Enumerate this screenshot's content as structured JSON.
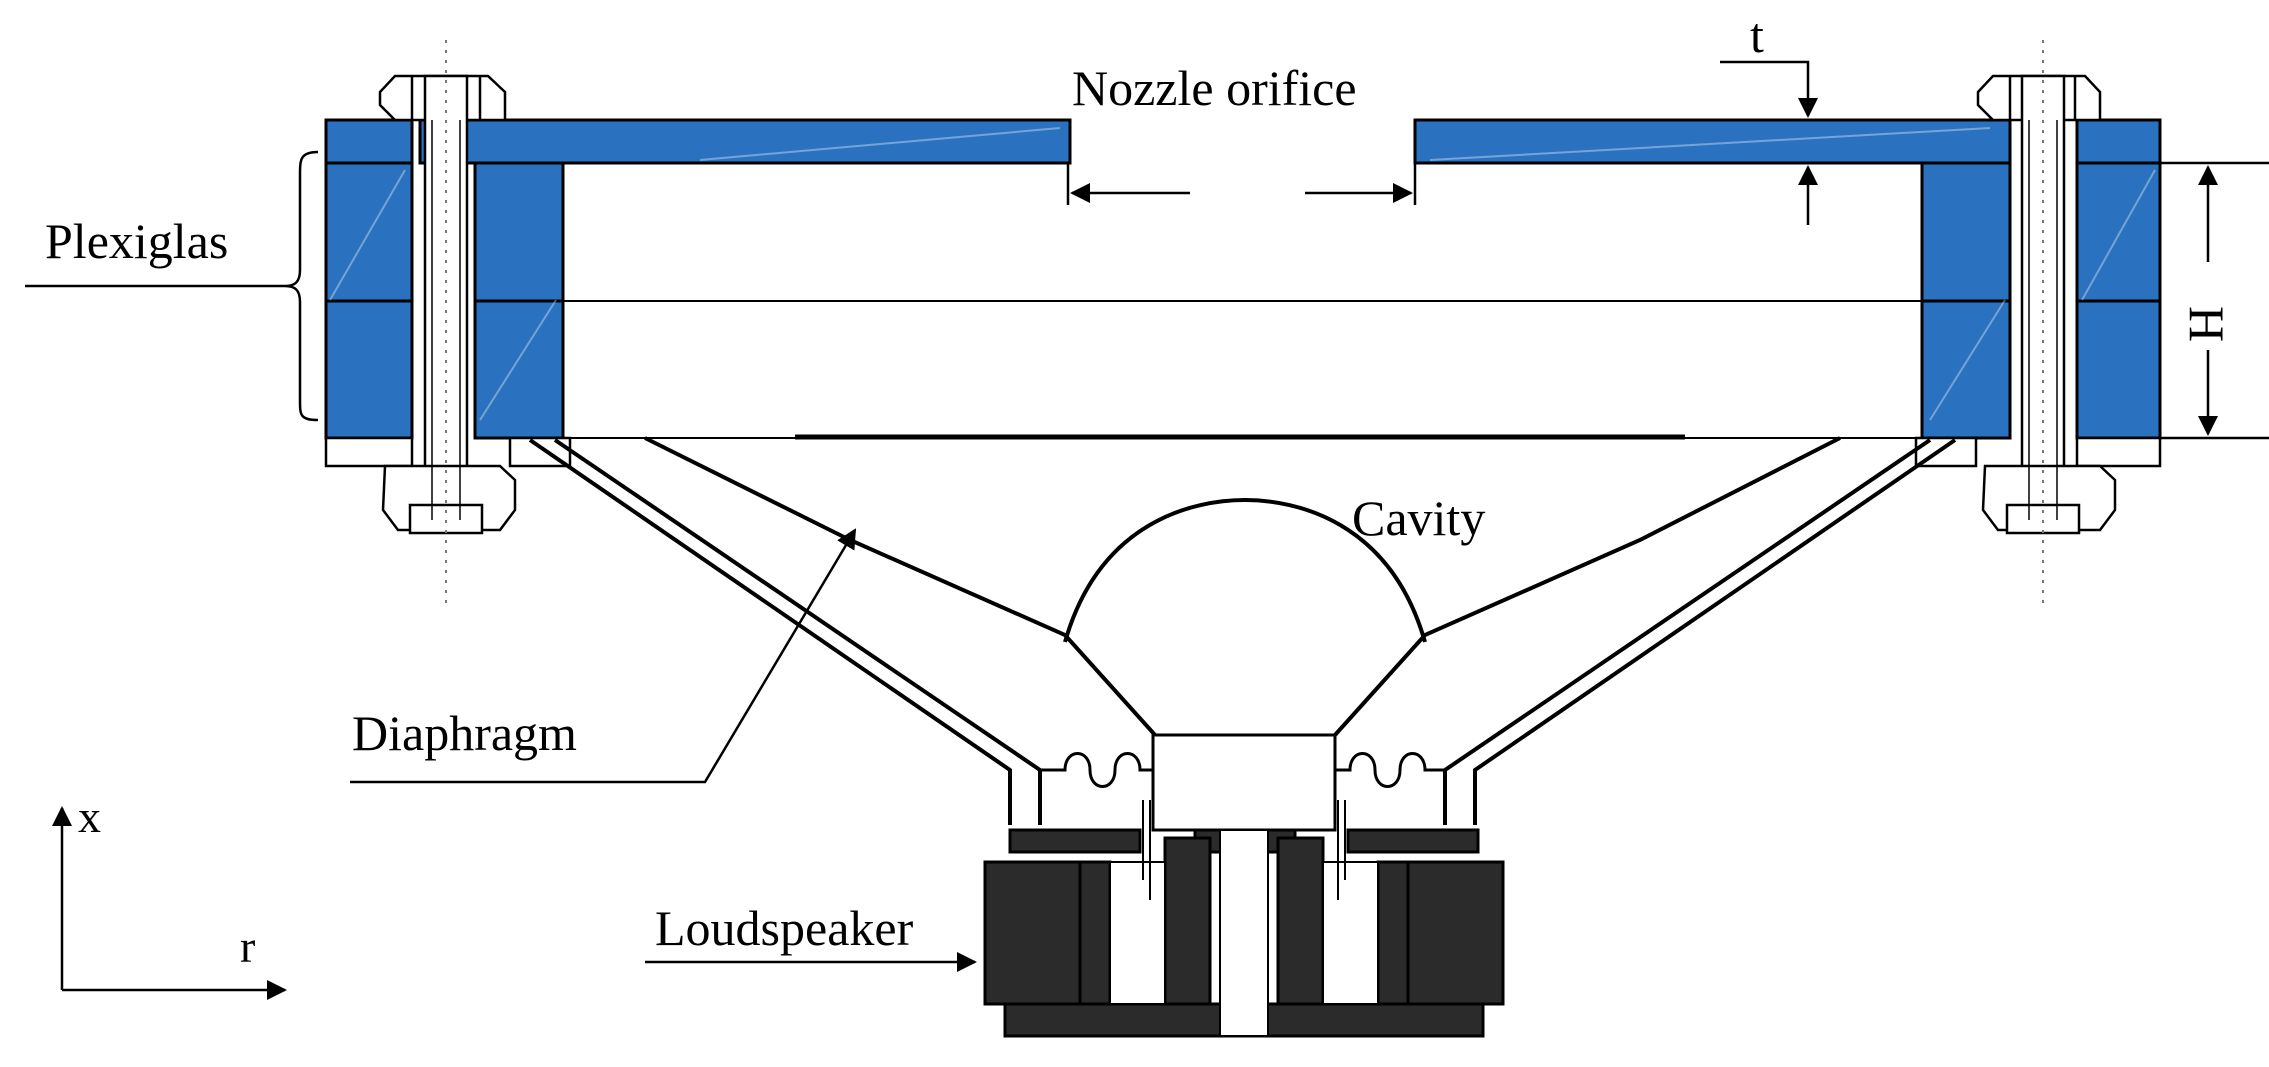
{
  "labels": {
    "nozzle_orifice": "Nozzle orifice",
    "plexiglas": "Plexiglas",
    "cavity": "Cavity",
    "diaphragm": "Diaphragm",
    "loudspeaker": "Loudspeaker",
    "thickness": "t",
    "height": "H",
    "axis_x": "x",
    "axis_r": "r"
  },
  "colors": {
    "plexiglas_blue": "#2a72c0",
    "magnet_dark": "#2b2b2b",
    "line": "#000000",
    "bolt_fill": "#ffffff"
  }
}
